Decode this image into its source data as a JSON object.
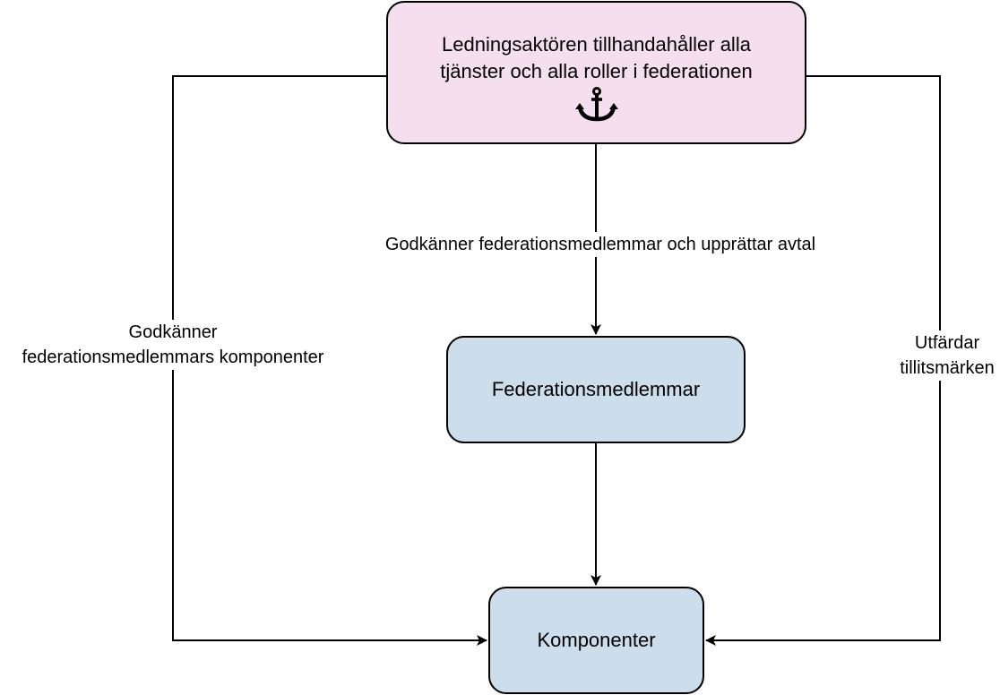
{
  "nodes": {
    "top": {
      "label": "Ledningsaktören tillhandahåller alla tjänster och alla roller i federationen",
      "icon": "anchor-icon",
      "fill": "#f5dfee"
    },
    "middle": {
      "label": "Federationsmedlemmar",
      "fill": "#ccdeec"
    },
    "bottom": {
      "label": "Komponenter",
      "fill": "#ccdeec"
    }
  },
  "edges": {
    "top_to_middle": "Godkänner federationsmedlemmar och upprättar avtal",
    "top_to_bottom_left": "Godkänner federationsmedlemmars komponenter",
    "top_to_bottom_right": "Utfärdar tillitsmärken"
  }
}
